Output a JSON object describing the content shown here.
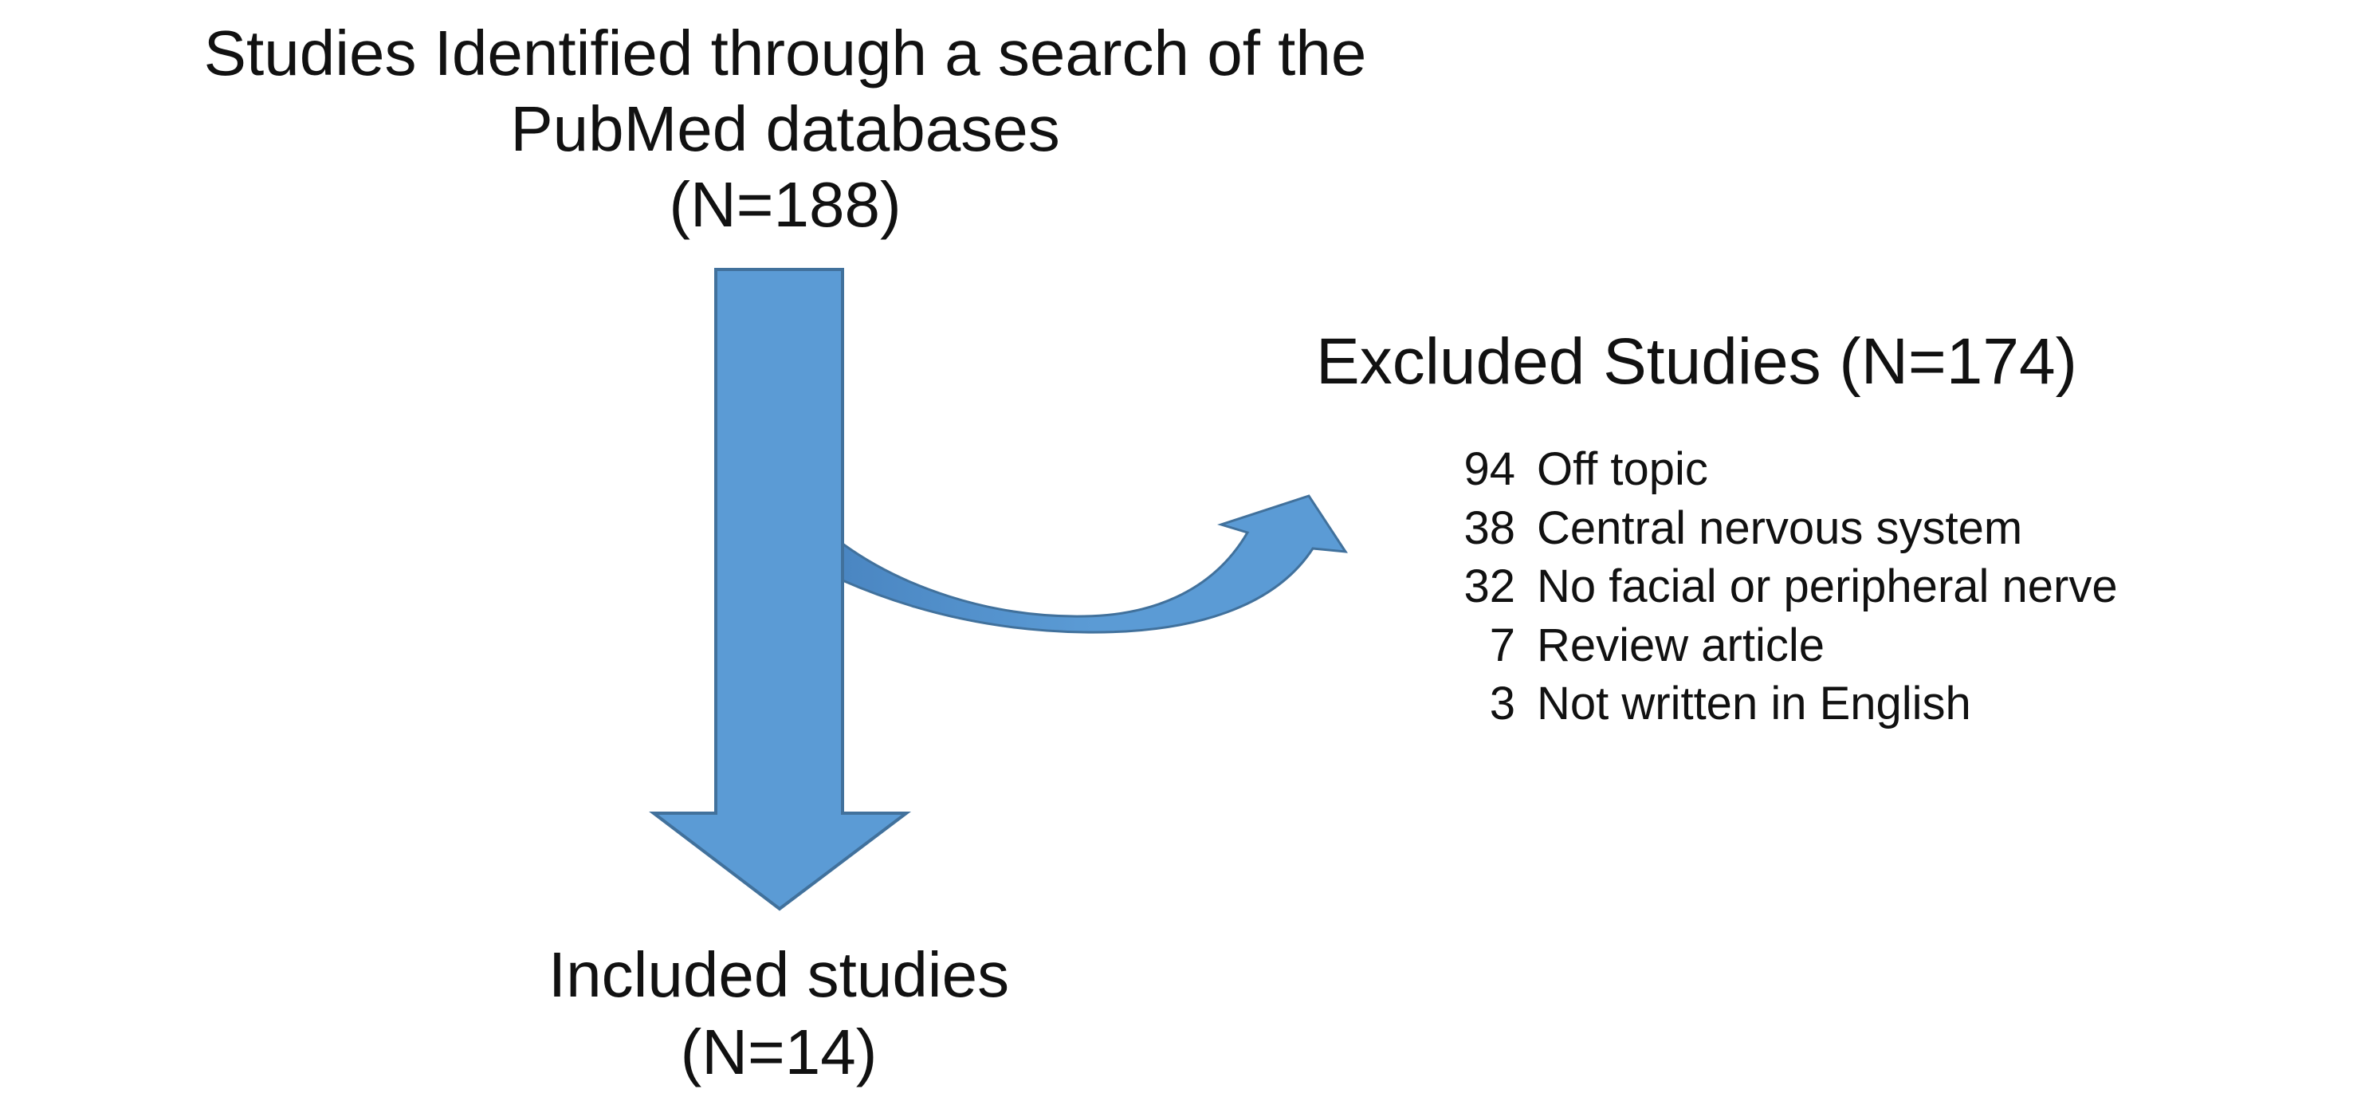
{
  "flowchart": {
    "source": {
      "lines": [
        "Studies Identified through a search of the",
        "PubMed databases",
        "(N=188)"
      ]
    },
    "excluded": {
      "title": "Excluded Studies (N=174)",
      "reasons": [
        {
          "count": "94",
          "label": "Off topic"
        },
        {
          "count": "38",
          "label": "Central nervous system"
        },
        {
          "count": "32",
          "label": "No facial or peripheral nerve"
        },
        {
          "count": "7",
          "label": "Review article"
        },
        {
          "count": "3",
          "label": "Not written in English"
        }
      ]
    },
    "included": {
      "lines": [
        "Included studies",
        "(N=14)"
      ]
    },
    "arrows": {
      "main": {
        "icon": "down-arrow-icon",
        "direction": "down"
      },
      "branch": {
        "icon": "curved-arrow-icon",
        "direction": "right"
      }
    }
  },
  "colors": {
    "arrow_fill": "#5B9BD5",
    "arrow_stroke": "#41719C",
    "text": "#111111",
    "background": "#FFFFFF"
  }
}
